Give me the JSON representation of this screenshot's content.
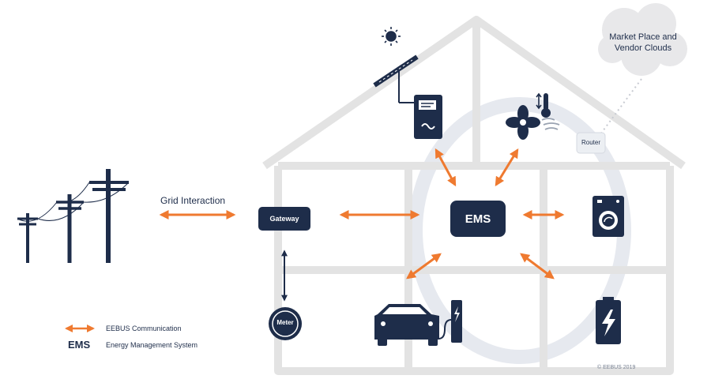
{
  "diagram": {
    "cloud_label": "Market Place and\nVendor Clouds",
    "router_label": "Router",
    "grid_label": "Grid Interaction",
    "gateway_label": "Gateway",
    "ems_label": "EMS",
    "meter_label": "Meter",
    "copyright": "© EEBUS 2019"
  },
  "legend": {
    "comm_label": "EEBUS Communication",
    "ems_abbrev": "EMS",
    "ems_full": "Energy Management System"
  },
  "colors": {
    "navy": "#1e2d4a",
    "orange": "#ef7a30",
    "house_outline": "#e3e3e3",
    "cloud": "#e8e8ea"
  }
}
